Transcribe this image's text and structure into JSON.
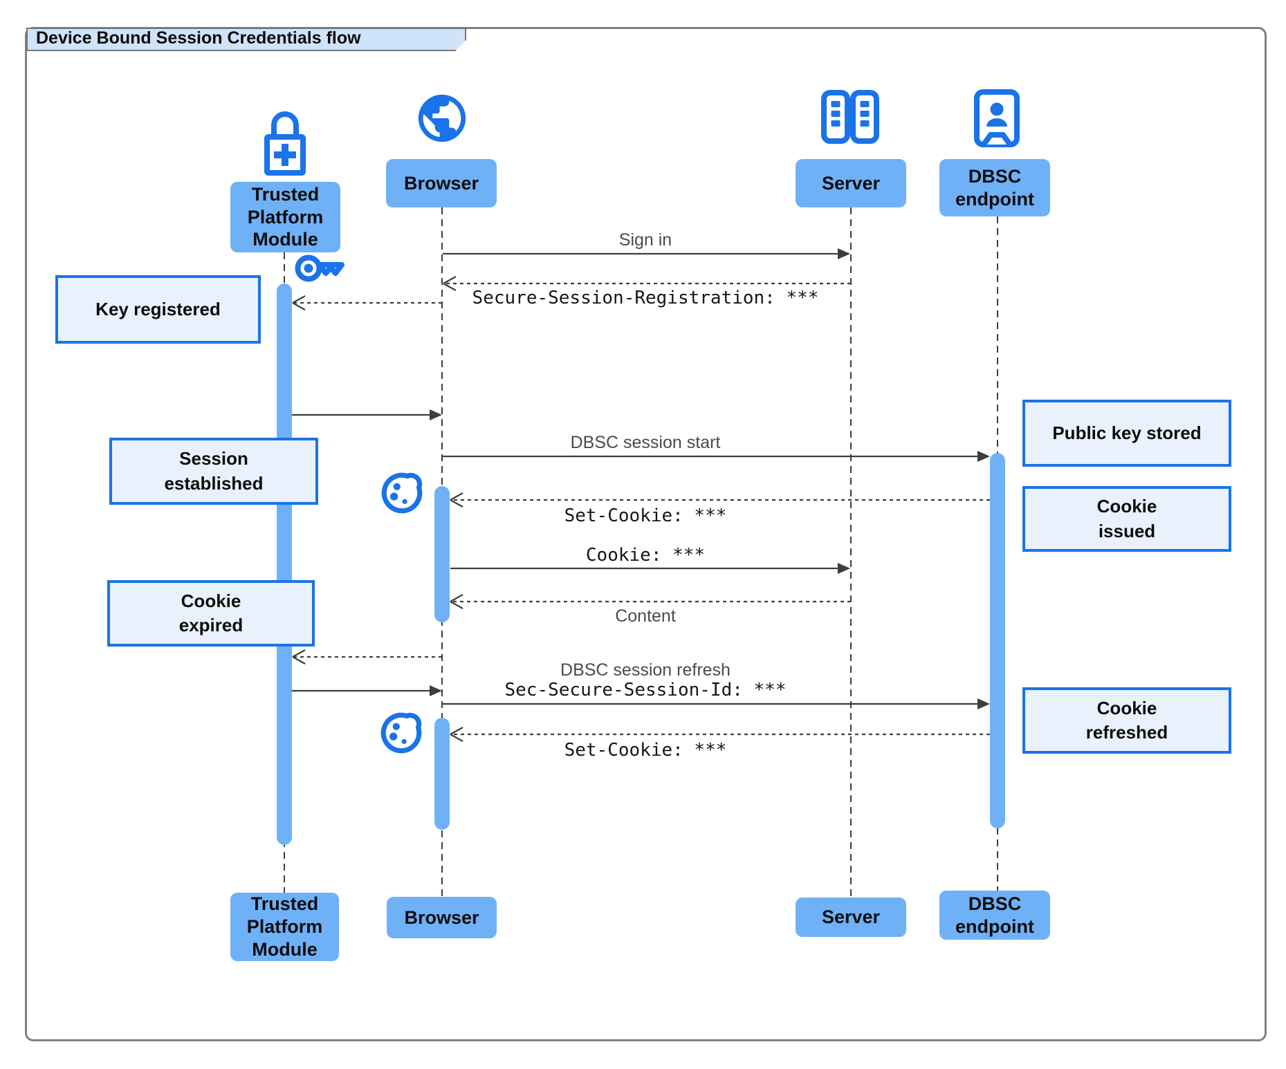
{
  "title": "Device Bound Session Credentials flow",
  "colors": {
    "accent_blue": "#1a73e8",
    "light_blue": "#6fb1f7",
    "note_fill": "#e9f2fc",
    "title_fill": "#cfe3fb"
  },
  "participants": [
    {
      "id": "tpm",
      "label": "Trusted\nPlatform\nModule",
      "icon": "lock-plus-icon"
    },
    {
      "id": "browser",
      "label": "Browser",
      "icon": "globe-icon"
    },
    {
      "id": "server",
      "label": "Server",
      "icon": "server-rack-icon"
    },
    {
      "id": "dbsc",
      "label": "DBSC\nendpoint",
      "icon": "id-badge-icon"
    }
  ],
  "messages": [
    {
      "text": "Sign in",
      "type": "solid",
      "from": "Browser",
      "to": "Server"
    },
    {
      "text": "Secure-Session-Registration: ***",
      "type": "dashed",
      "from": "Server",
      "to": "Browser",
      "mono": true
    },
    {
      "text": "",
      "type": "dashed",
      "from": "Browser",
      "to": "Trusted Platform Module"
    },
    {
      "text": "",
      "type": "solid",
      "from": "Trusted Platform Module",
      "to": "Browser"
    },
    {
      "text": "DBSC session start",
      "type": "solid",
      "from": "Browser",
      "to": "DBSC endpoint"
    },
    {
      "text": "Set-Cookie: ***",
      "type": "dashed",
      "from": "DBSC endpoint",
      "to": "Browser",
      "mono": true
    },
    {
      "text": "Cookie: ***",
      "type": "solid",
      "from": "Browser",
      "to": "Server",
      "mono": true
    },
    {
      "text": "Content",
      "type": "dashed",
      "from": "Server",
      "to": "Browser"
    },
    {
      "text": "",
      "type": "dashed",
      "from": "Browser",
      "to": "Trusted Platform Module"
    },
    {
      "text": "",
      "type": "solid",
      "from": "Trusted Platform Module",
      "to": "Browser"
    },
    {
      "text": "DBSC session refresh",
      "text2": "Sec-Secure-Session-Id: ***",
      "type": "solid",
      "from": "Browser",
      "to": "DBSC endpoint"
    },
    {
      "text": "Set-Cookie: ***",
      "type": "dashed",
      "from": "DBSC endpoint",
      "to": "Browser",
      "mono": true
    }
  ],
  "notes": [
    {
      "text": "Key registered",
      "side": "left"
    },
    {
      "text": "Public key stored",
      "side": "right"
    },
    {
      "text": "Session\nestablished",
      "side": "left"
    },
    {
      "text": "Cookie\nissued",
      "side": "right"
    },
    {
      "text": "Cookie\nexpired",
      "side": "left"
    },
    {
      "text": "Cookie\nrefreshed",
      "side": "right"
    }
  ],
  "decorative_icons": [
    {
      "name": "key-icon"
    },
    {
      "name": "cookie-icon"
    },
    {
      "name": "cookie-icon"
    }
  ]
}
